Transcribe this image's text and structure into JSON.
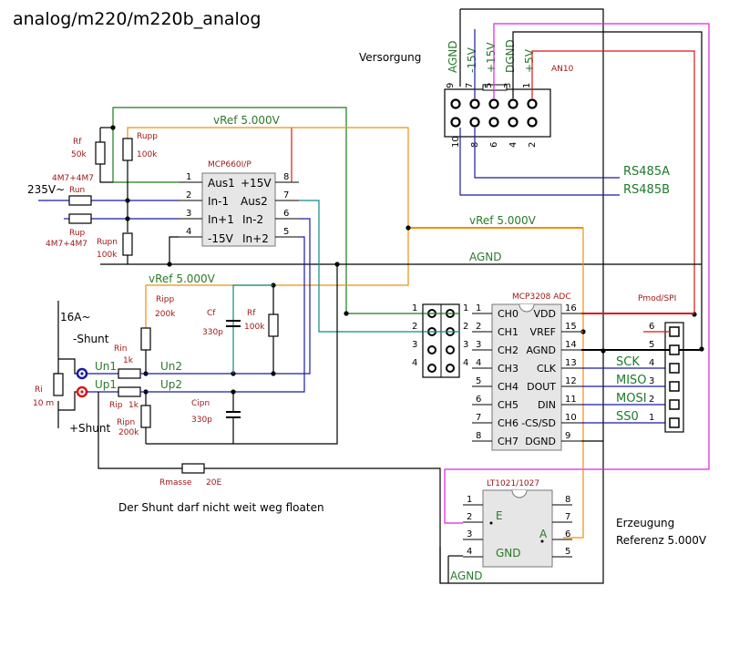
{
  "title": "analog/m220/m220b_analog",
  "notes": {
    "supply": "Versorgung",
    "shunt_note": "Der Shunt darf nicht weit weg floaten",
    "erzeugung": "Erzeugung",
    "referenz": "Referenz 5.000V"
  },
  "nets": {
    "vref_top": "vRef 5.000V",
    "vref_mid": "vRef 5.000V",
    "vref_left": "vRef 5.000V",
    "agnd_mid": "AGND",
    "agnd_bottom": "AGND",
    "rs485a": "RS485A",
    "rs485b": "RS485B",
    "un1": "Un1",
    "up1": "Up1",
    "un2": "Un2",
    "up2": "Up2",
    "sck": "SCK",
    "miso": "MISO",
    "mosi": "MOSI",
    "ss0": "SS0",
    "e": "E",
    "a": "A",
    "gnd": "GND"
  },
  "input": {
    "current": "16A~",
    "shunt_minus": "-Shunt",
    "shunt_plus": "+Shunt",
    "voltage": "235V~"
  },
  "connector_an10": {
    "name": "AN10",
    "pin_labels": [
      "AGND",
      "-15V",
      "+15V",
      "DGND",
      "+5V"
    ],
    "top_pins": [
      "9",
      "7",
      "5",
      "3",
      "1"
    ],
    "bottom_pins": [
      "10",
      "8",
      "6",
      "4",
      "2"
    ]
  },
  "opamp": {
    "name": "MCP660I/P",
    "left_names": [
      "Aus1",
      "In-1",
      "In+1",
      "-15V"
    ],
    "right_names": [
      "+15V",
      "Aus2",
      "In-2",
      "In+2"
    ],
    "left_pins": [
      "1",
      "2",
      "3",
      "4"
    ],
    "right_pins": [
      "8",
      "7",
      "6",
      "5"
    ]
  },
  "adc": {
    "name": "MCP3208 ADC",
    "left_names": [
      "CH0",
      "CH1",
      "CH2",
      "CH3",
      "CH4",
      "CH5",
      "CH6",
      "CH7"
    ],
    "right_names": [
      "VDD",
      "VREF",
      "AGND",
      "CLK",
      "DOUT",
      "DIN",
      "-CS/SD",
      "DGND"
    ],
    "left_pins": [
      "1",
      "2",
      "3",
      "4",
      "5",
      "6",
      "7",
      "8"
    ],
    "right_pins": [
      "16",
      "15",
      "14",
      "13",
      "12",
      "11",
      "10",
      "9"
    ]
  },
  "jumper": {
    "left_pins": [
      "1",
      "2",
      "3",
      "4"
    ],
    "right_pins": [
      "1",
      "2",
      "3",
      "4"
    ]
  },
  "pmod": {
    "name": "Pmod/SPI",
    "pins": [
      "6",
      "5",
      "4",
      "3",
      "2",
      "1"
    ]
  },
  "ref_ic": {
    "name": "LT1021/1027",
    "left_pins": [
      "1",
      "2",
      "3",
      "4"
    ],
    "right_pins": [
      "8",
      "7",
      "6",
      "5"
    ]
  },
  "components": {
    "rf_top": {
      "name": "Rf",
      "value": "50k"
    },
    "rupp": {
      "name": "Rupp",
      "value": "100k"
    },
    "run": {
      "name": "Run",
      "value": "4M7+4M7"
    },
    "rup": {
      "name": "Rup",
      "value": "4M7+4M7"
    },
    "rupn": {
      "name": "Rupn",
      "value": "100k"
    },
    "ripp": {
      "name": "Ripp",
      "value": "200k"
    },
    "cf": {
      "name": "Cf",
      "value": "330p"
    },
    "rf_low": {
      "name": "Rf",
      "value": "100k"
    },
    "rin": {
      "name": "Rin",
      "value": "1k"
    },
    "rip": {
      "name": "Rip",
      "value": "1k"
    },
    "ripn": {
      "name": "Ripn",
      "value": "200k"
    },
    "cipn": {
      "name": "Cipn",
      "value": "330p"
    },
    "ri": {
      "name": "Ri",
      "value": "10 m"
    },
    "rmasse": {
      "name": "Rmasse",
      "value": "20E"
    }
  },
  "colors": {
    "wire": "#000000",
    "signal": "#1a1aa6",
    "vref": "#f0900a",
    "green": "#1a7a1a",
    "teal": "#0e8a8a",
    "red": "#d81818",
    "magenta": "#e020e0",
    "component_label": "#a01818"
  }
}
